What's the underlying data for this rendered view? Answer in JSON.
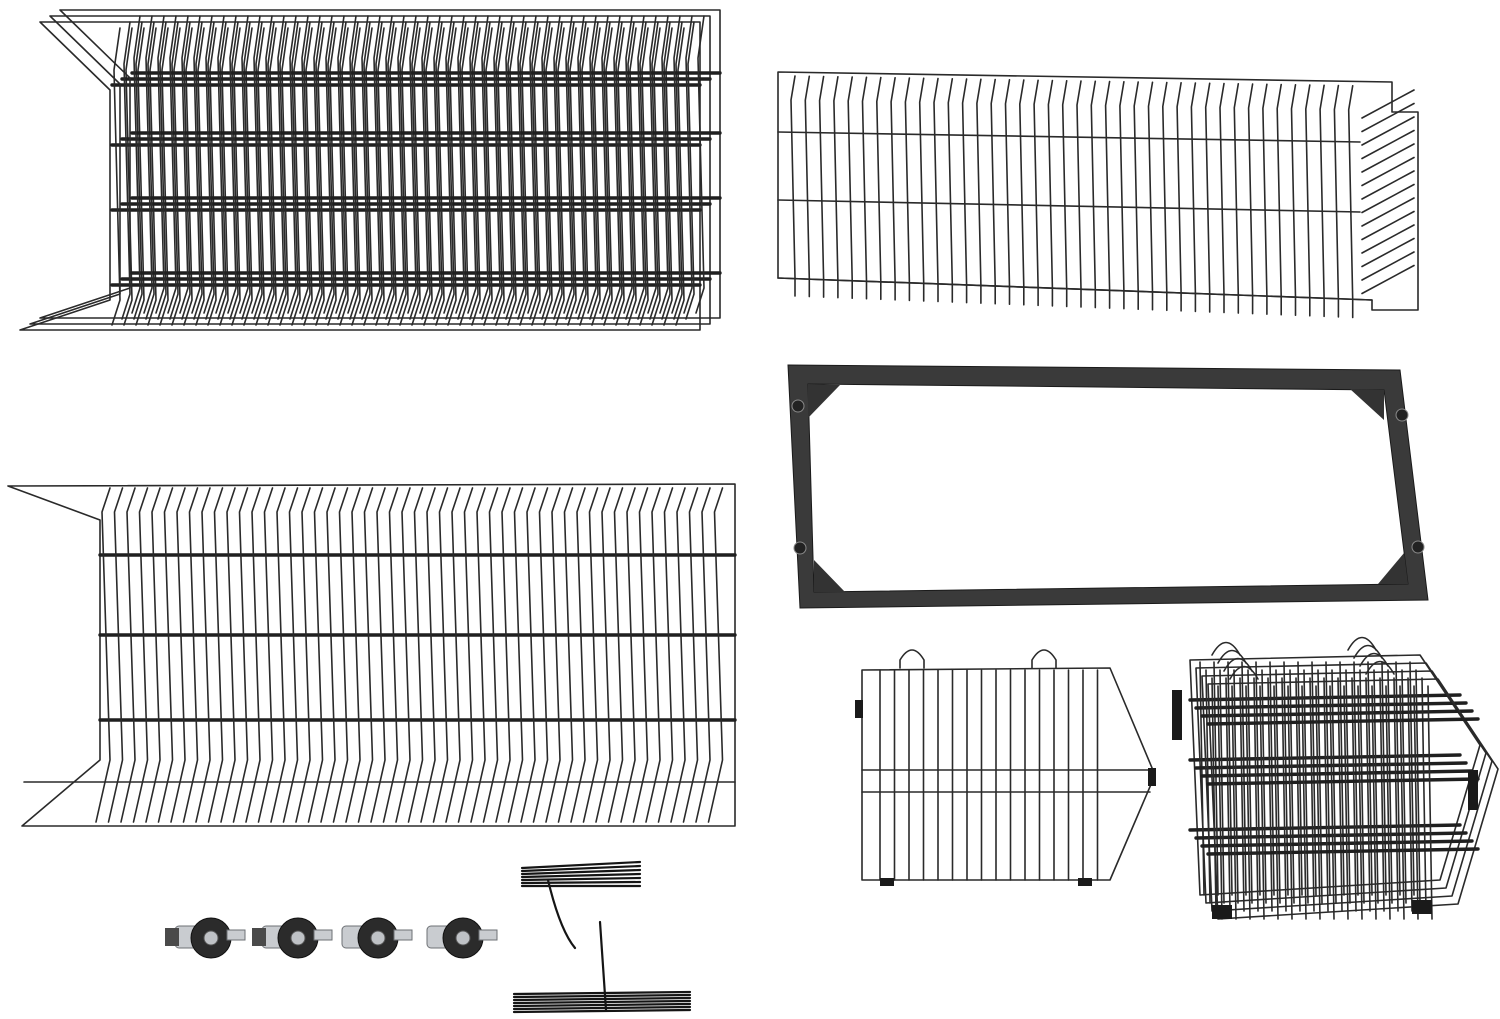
{
  "scene": {
    "background": "#ffffff",
    "wire_color": "#2a2a2a",
    "components": [
      {
        "id": "long-wire-basket-stack",
        "count": 3
      },
      {
        "id": "long-wire-basket-single",
        "count": 1
      },
      {
        "id": "open-wire-shelf-panel",
        "count": 1
      },
      {
        "id": "rectangular-metal-frame",
        "count": 1
      },
      {
        "id": "small-wire-divider-panel",
        "count": 1
      },
      {
        "id": "small-wire-basket-stack",
        "count": 4
      },
      {
        "id": "caster-wheel",
        "count": 4
      },
      {
        "id": "cable-tie-bundle",
        "count": 2
      }
    ]
  }
}
